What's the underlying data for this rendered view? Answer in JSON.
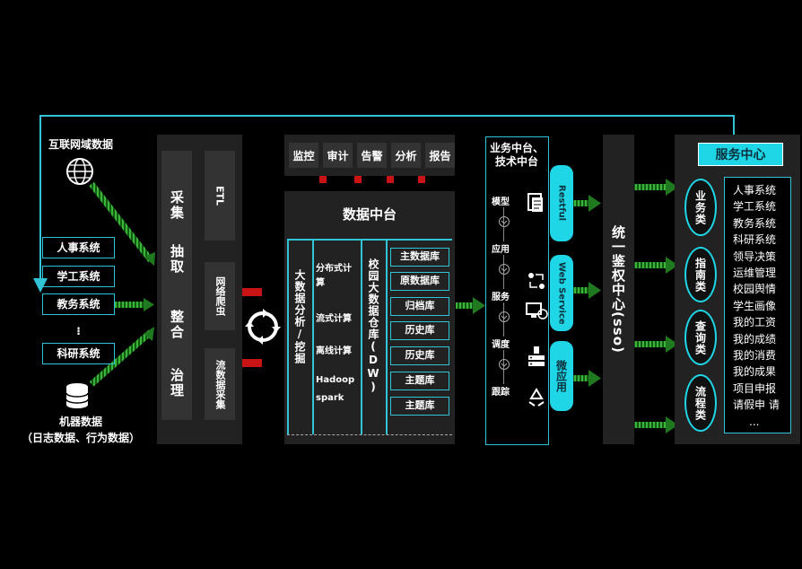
{
  "sources": {
    "internet_data": "互联网域数据",
    "systems": [
      "人事系统",
      "学工系统",
      "教务系统",
      "科研系统"
    ],
    "ellipsis": "⁝",
    "machine_data": "机器数据",
    "machine_data_sub": "（日志数据、行为数据）"
  },
  "ingest": {
    "main_steps": [
      "采集",
      "抽取",
      "整合",
      "治理"
    ],
    "tools": [
      "ETL",
      "网络爬虫",
      "流数据采集"
    ]
  },
  "monitor_tabs": [
    "监控",
    "审计",
    "告警",
    "分析",
    "报告"
  ],
  "data_platform": {
    "title": "数据中台",
    "analytics_title": "大数据分析/挖掘",
    "compute_items": [
      "分布式计算",
      "流式计算",
      "离线计算",
      "Hadoop spark"
    ],
    "dw_title": "校园大数据仓库(DW)",
    "dw_items": [
      "主数据库",
      "原数据库",
      "归档库",
      "历史库",
      "历史库",
      "主题库",
      "主题库"
    ]
  },
  "business_platform": {
    "title": "业务中台、技术中台",
    "steps": [
      "模型",
      "应用",
      "服务",
      "调度",
      "跟踪"
    ],
    "pills": [
      "Restful",
      "Web Service",
      "微应用"
    ]
  },
  "sso": {
    "title": "统一鉴权中心(sso)"
  },
  "service_center": {
    "title": "服务中心",
    "categories": [
      "业务类",
      "指南类",
      "查询类",
      "流程类"
    ],
    "services": [
      "人事系统",
      "学工系统",
      "教务系统",
      "科研系统",
      "领导决策",
      "运维管理",
      "校园舆情",
      "学生画像",
      "我的工资",
      "我的成绩",
      "我的消费",
      "我的成果",
      "项目申报",
      "请假申 请",
      "..."
    ]
  },
  "colors": {
    "accent": "#1fd6e6",
    "arrow": "#1f7a1f",
    "red": "#c81414"
  }
}
